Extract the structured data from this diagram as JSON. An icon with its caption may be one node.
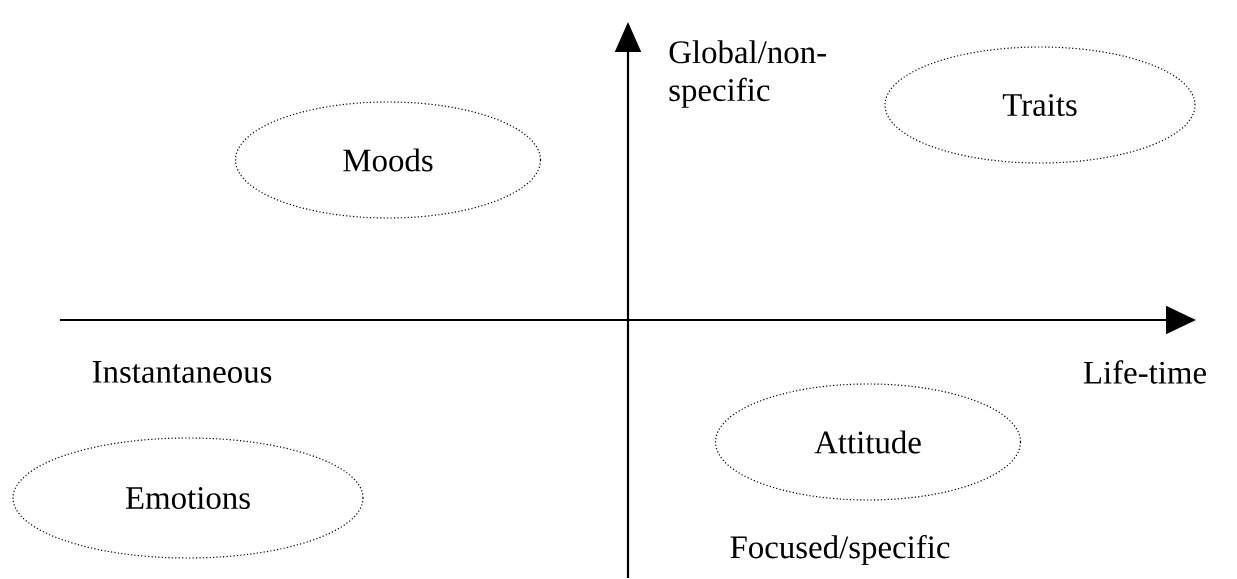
{
  "diagram": {
    "nodes": [
      {
        "text": [
          "Moods"
        ]
      },
      {
        "text": [
          "Traits"
        ]
      },
      {
        "text": [
          "Emotions"
        ]
      },
      {
        "text": [
          "Attitude"
        ]
      }
    ],
    "labels": [
      "Global/non-specific",
      "Instantaneous",
      "Life-time",
      "Focused/specific"
    ]
  }
}
